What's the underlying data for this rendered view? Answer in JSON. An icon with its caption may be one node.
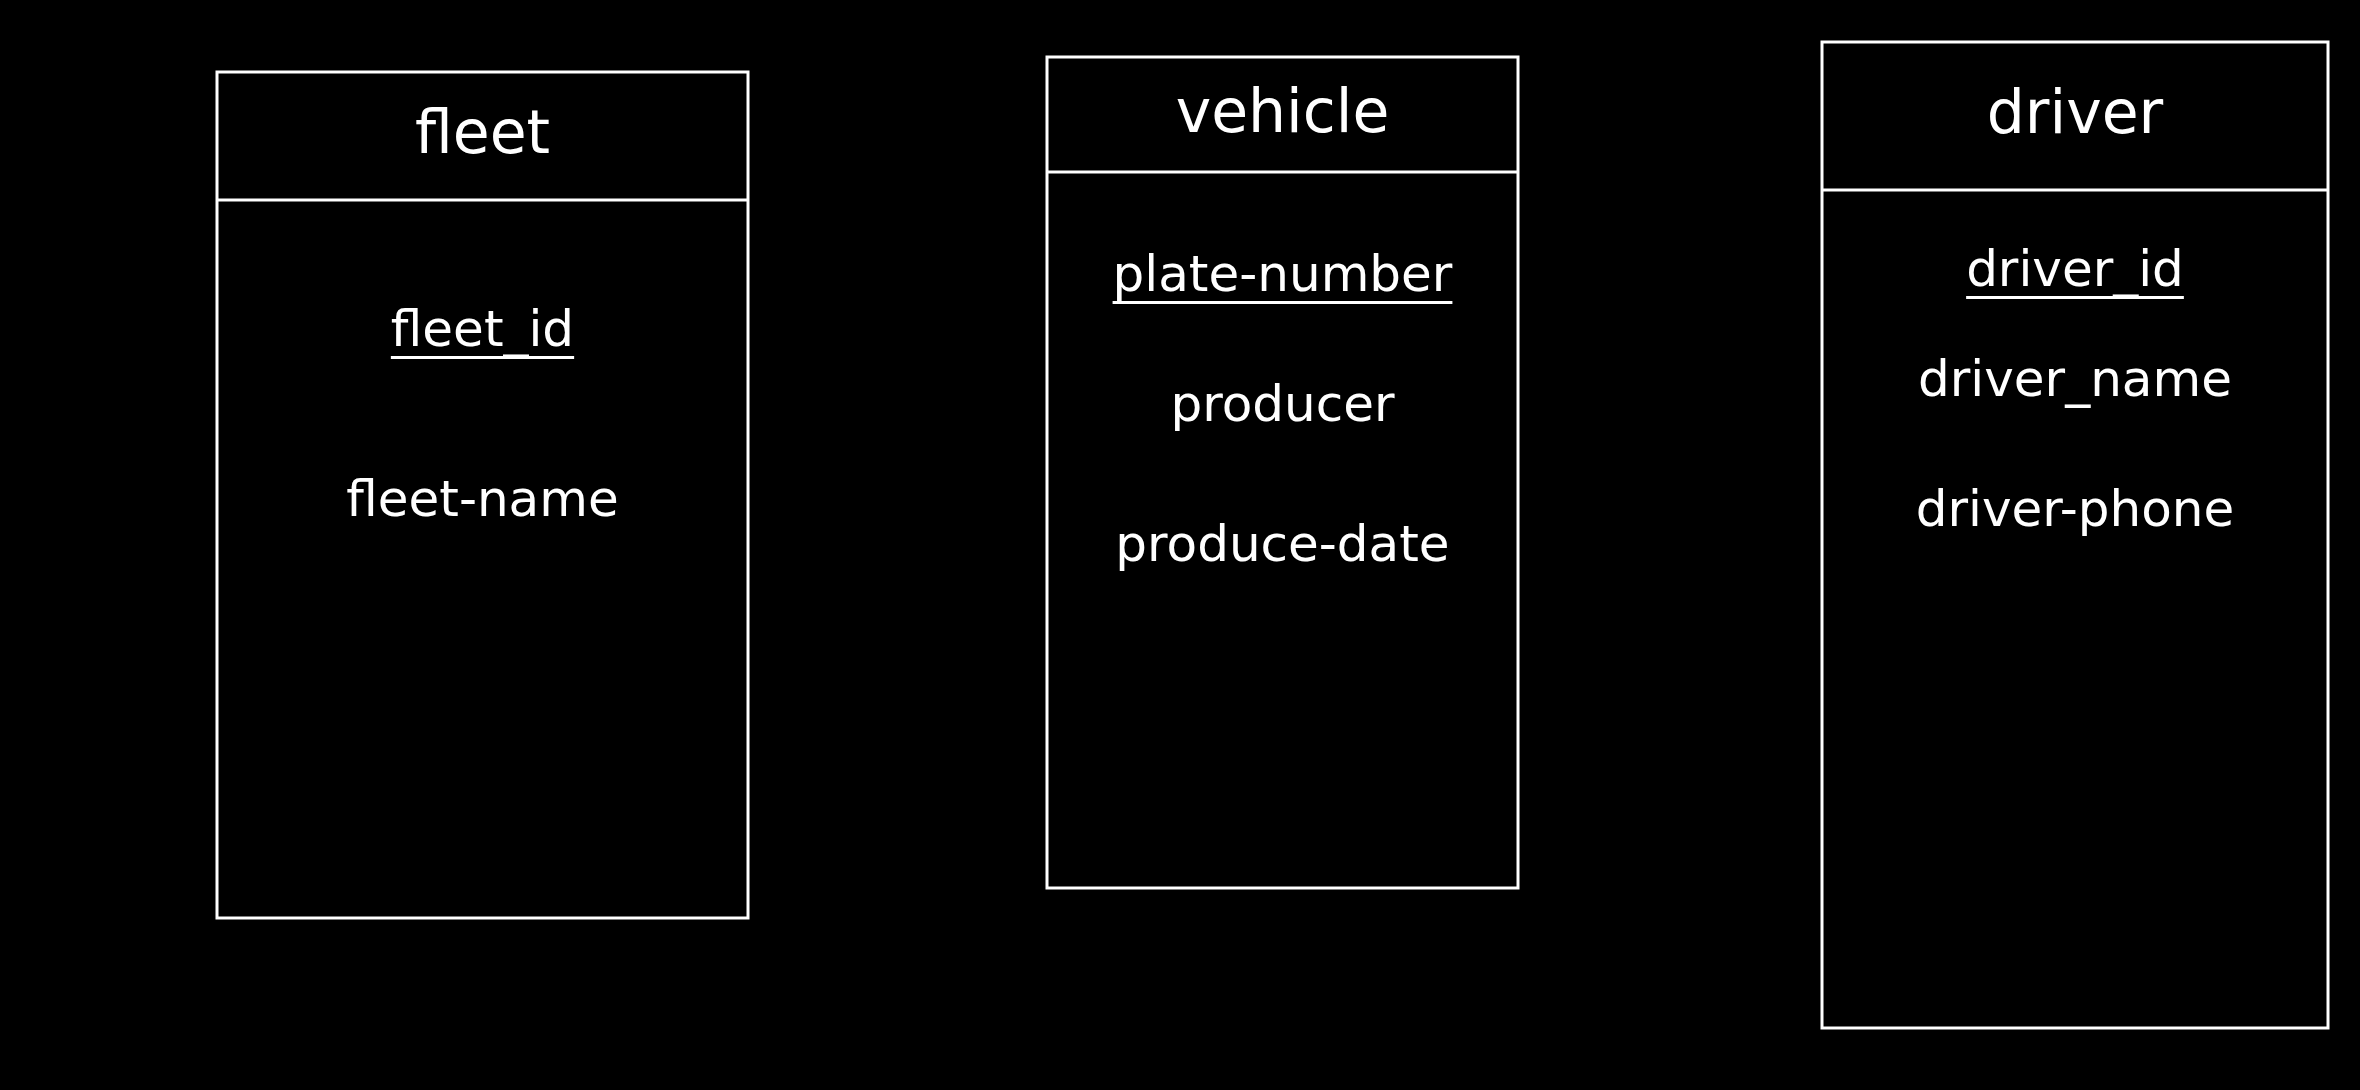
{
  "diagram": {
    "nodes": [
      {
        "text": [
          "fleet",
          "fleet_id",
          "fleet-name"
        ]
      },
      {
        "text": [
          "vehicle",
          "plate-number",
          "producer",
          "produce-date"
        ]
      },
      {
        "text": [
          "driver",
          "driver_id",
          "driver_name",
          "driver-phone"
        ]
      }
    ]
  }
}
